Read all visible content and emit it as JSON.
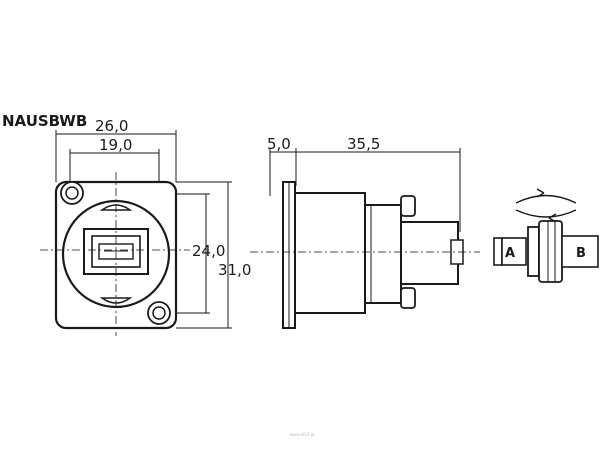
{
  "title": "NAUSBWB",
  "front_view": {
    "width_outer": "26,0",
    "width_inner": "19,0",
    "height_inner": "24,0",
    "height_outer": "31,0"
  },
  "side_view": {
    "flange_depth": "5,0",
    "body_depth": "35,5"
  },
  "adapter": {
    "label_a": "A",
    "label_b": "B",
    "rotate_icon": "rotate-arrows-icon"
  },
  "watermark": "www.ld24.pl"
}
